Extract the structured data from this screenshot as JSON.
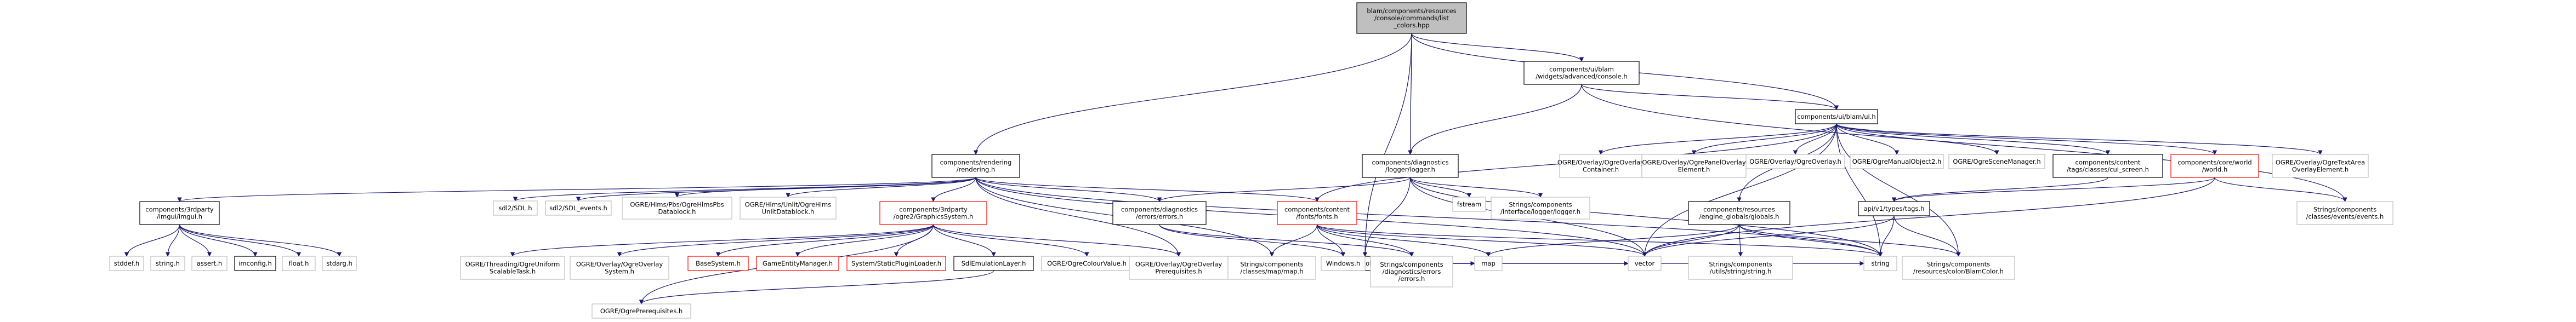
{
  "diagram": {
    "colors": {
      "edge": "#191970",
      "node_border": "#bfbfbf",
      "root_fill": "#bfbfbf",
      "missing_border": "#ff0000"
    },
    "nodes": [
      {
        "id": "root",
        "lines": [
          "blam/components/resources",
          "/console/commands/list",
          "_colors.hpp"
        ],
        "style": "root"
      },
      {
        "id": "console_h_ui",
        "lines": [
          "components/ui/blam",
          "/widgets/advanced/console.h"
        ],
        "style": "black"
      },
      {
        "id": "rendering",
        "lines": [
          "components/rendering",
          "/rendering.h"
        ],
        "style": "black"
      },
      {
        "id": "logger",
        "lines": [
          "components/diagnostics",
          "/logger/logger.h"
        ],
        "style": "black"
      },
      {
        "id": "ui_blam",
        "lines": [
          "components/ui/blam/ui.h"
        ],
        "style": "black"
      },
      {
        "id": "imgui",
        "lines": [
          "components/3rdparty",
          "/imgui/imgui.h"
        ],
        "style": "black"
      },
      {
        "id": "sdl2",
        "lines": [
          "sdl2/SDL.h"
        ],
        "style": "box"
      },
      {
        "id": "sdl2_events",
        "lines": [
          "sdl2/SDL_events.h"
        ],
        "style": "box"
      },
      {
        "id": "hlms_pbs",
        "lines": [
          "OGRE/Hlms/Pbs/OgreHlmsPbs",
          "Datablock.h"
        ],
        "style": "box"
      },
      {
        "id": "hlms_unlit",
        "lines": [
          "OGRE/Hlms/Unlit/OgreHlms",
          "UnlitDatablock.h"
        ],
        "style": "box"
      },
      {
        "id": "graphics_system",
        "lines": [
          "components/3rdparty",
          "/ogre2/GraphicsSystem.h"
        ],
        "style": "red"
      },
      {
        "id": "errors",
        "lines": [
          "components/diagnostics",
          "/errors/errors.h"
        ],
        "style": "black"
      },
      {
        "id": "fonts",
        "lines": [
          "components/content",
          "/fonts/fonts.h"
        ],
        "style": "red"
      },
      {
        "id": "console_h",
        "lines": [
          "/console.h"
        ],
        "style": "black"
      },
      {
        "id": "fstream",
        "lines": [
          "fstream"
        ],
        "style": "box"
      },
      {
        "id": "interface_logger",
        "lines": [
          "Strings/components",
          "/interface/logger/logger.h"
        ],
        "style": "box"
      },
      {
        "id": "globals",
        "lines": [
          "components/resources",
          "/engine_globals/globals.h"
        ],
        "style": "black"
      },
      {
        "id": "apir_tags",
        "lines": [
          "api/v1/types/tags.h"
        ],
        "style": "black"
      },
      {
        "id": "overlay_container",
        "lines": [
          "OGRE/Overlay/OgreOverlay",
          "Container.h"
        ],
        "style": "box"
      },
      {
        "id": "panel_overlay",
        "lines": [
          "OGRE/Overlay/OgrePanelOverlay",
          "Element.h"
        ],
        "style": "box"
      },
      {
        "id": "ogre_overlay",
        "lines": [
          "OGRE/Overlay/OgreOverlay.h"
        ],
        "style": "box"
      },
      {
        "id": "manual_object",
        "lines": [
          "OGRE/OgreManualObject2.h"
        ],
        "style": "box"
      },
      {
        "id": "scene_manager",
        "lines": [
          "OGRE/OgreSceneManager.h"
        ],
        "style": "box"
      },
      {
        "id": "cui_screen",
        "lines": [
          "components/content",
          "/tags/classes/cui_screen.h"
        ],
        "style": "black"
      },
      {
        "id": "world",
        "lines": [
          "components/core/world",
          "/world.h"
        ],
        "style": "red"
      },
      {
        "id": "text_area",
        "lines": [
          "OGRE/Overlay/OgreTextArea",
          "OverlayElement.h"
        ],
        "style": "box"
      },
      {
        "id": "events_h",
        "lines": [
          "Strings/components",
          "/classes/events/events.h"
        ],
        "style": "box"
      },
      {
        "id": "stddef",
        "lines": [
          "stddef.h"
        ],
        "style": "box"
      },
      {
        "id": "string_h",
        "lines": [
          "string.h"
        ],
        "style": "box"
      },
      {
        "id": "assert_h",
        "lines": [
          "assert.h"
        ],
        "style": "box"
      },
      {
        "id": "imconfig",
        "lines": [
          "imconfig.h"
        ],
        "style": "black"
      },
      {
        "id": "float_h",
        "lines": [
          "float.h"
        ],
        "style": "box"
      },
      {
        "id": "stdarg",
        "lines": [
          "stdarg.h"
        ],
        "style": "box"
      },
      {
        "id": "threading",
        "lines": [
          "OGRE/Threading/OgreUniform",
          "ScalableTask.h"
        ],
        "style": "box"
      },
      {
        "id": "overlay_system",
        "lines": [
          "OGRE/Overlay/OgreOverlay",
          "System.h"
        ],
        "style": "box"
      },
      {
        "id": "base_system",
        "lines": [
          "BaseSystem.h"
        ],
        "style": "red"
      },
      {
        "id": "game_entity",
        "lines": [
          "GameEntityManager.h"
        ],
        "style": "red"
      },
      {
        "id": "static_plugin",
        "lines": [
          "System/StaticPluginLoader.h"
        ],
        "style": "red"
      },
      {
        "id": "sdl_emulation",
        "lines": [
          "SdlEmulationLayer.h"
        ],
        "style": "black"
      },
      {
        "id": "colour_value",
        "lines": [
          "OGRE/OgreColourValue.h"
        ],
        "style": "box"
      },
      {
        "id": "overlay_prereq",
        "lines": [
          "OGRE/Overlay/OgreOverlay",
          "Prerequisites.h"
        ],
        "style": "box"
      },
      {
        "id": "map_h",
        "lines": [
          "Strings/components",
          "/classes/map/map.h"
        ],
        "style": "box"
      },
      {
        "id": "windows_h",
        "lines": [
          "Windows.h"
        ],
        "style": "box"
      },
      {
        "id": "diag_errors",
        "lines": [
          "Strings/components",
          "/diagnostics/errors",
          "/errors.h"
        ],
        "style": "box"
      },
      {
        "id": "map",
        "lines": [
          "map"
        ],
        "style": "box"
      },
      {
        "id": "vector",
        "lines": [
          "vector"
        ],
        "style": "box"
      },
      {
        "id": "stringstring",
        "lines": [
          "Strings/components",
          "/utils/string/string.h"
        ],
        "style": "box"
      },
      {
        "id": "string",
        "lines": [
          "string"
        ],
        "style": "box"
      },
      {
        "id": "blam_color",
        "lines": [
          "Strings/components",
          "/resources/color/BlamColor.h"
        ],
        "style": "box"
      },
      {
        "id": "ogre_prereq",
        "lines": [
          "OGRE/OgrePrerequisites.h"
        ],
        "style": "box"
      }
    ]
  }
}
